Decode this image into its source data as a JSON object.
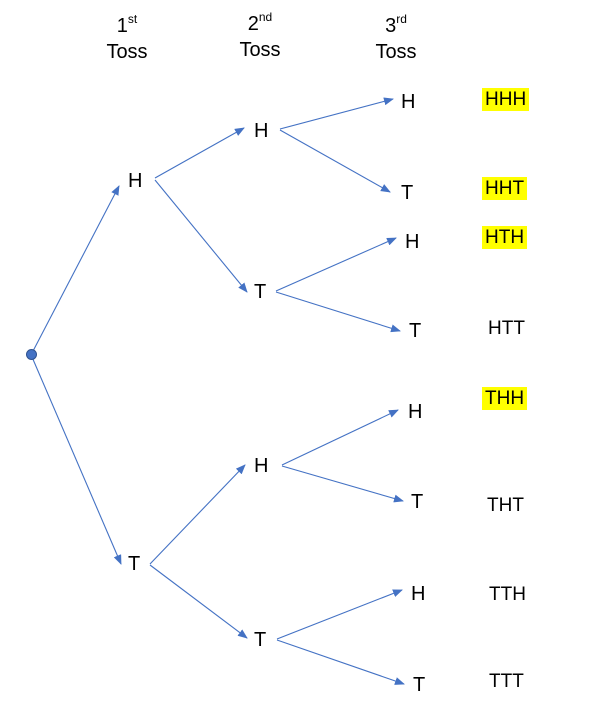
{
  "headers": [
    {
      "num": "1",
      "sup": "st",
      "word": "Toss"
    },
    {
      "num": "2",
      "sup": "nd",
      "word": "Toss"
    },
    {
      "num": "3",
      "sup": "rd",
      "word": "Toss"
    }
  ],
  "toss1": [
    "H",
    "T"
  ],
  "toss2": [
    "H",
    "T",
    "H",
    "T"
  ],
  "toss3": [
    "H",
    "T",
    "H",
    "T",
    "H",
    "T",
    "H",
    "T"
  ],
  "outcomes": [
    {
      "text": "HHH",
      "highlighted": true
    },
    {
      "text": "HHT",
      "highlighted": true
    },
    {
      "text": "HTH",
      "highlighted": true
    },
    {
      "text": "HTT",
      "highlighted": false
    },
    {
      "text": "THH",
      "highlighted": true
    },
    {
      "text": "THT",
      "highlighted": false
    },
    {
      "text": "TTH",
      "highlighted": false
    },
    {
      "text": "TTT",
      "highlighted": false
    }
  ],
  "colors": {
    "edge": "#4472c4",
    "highlight": "#ffff00"
  }
}
